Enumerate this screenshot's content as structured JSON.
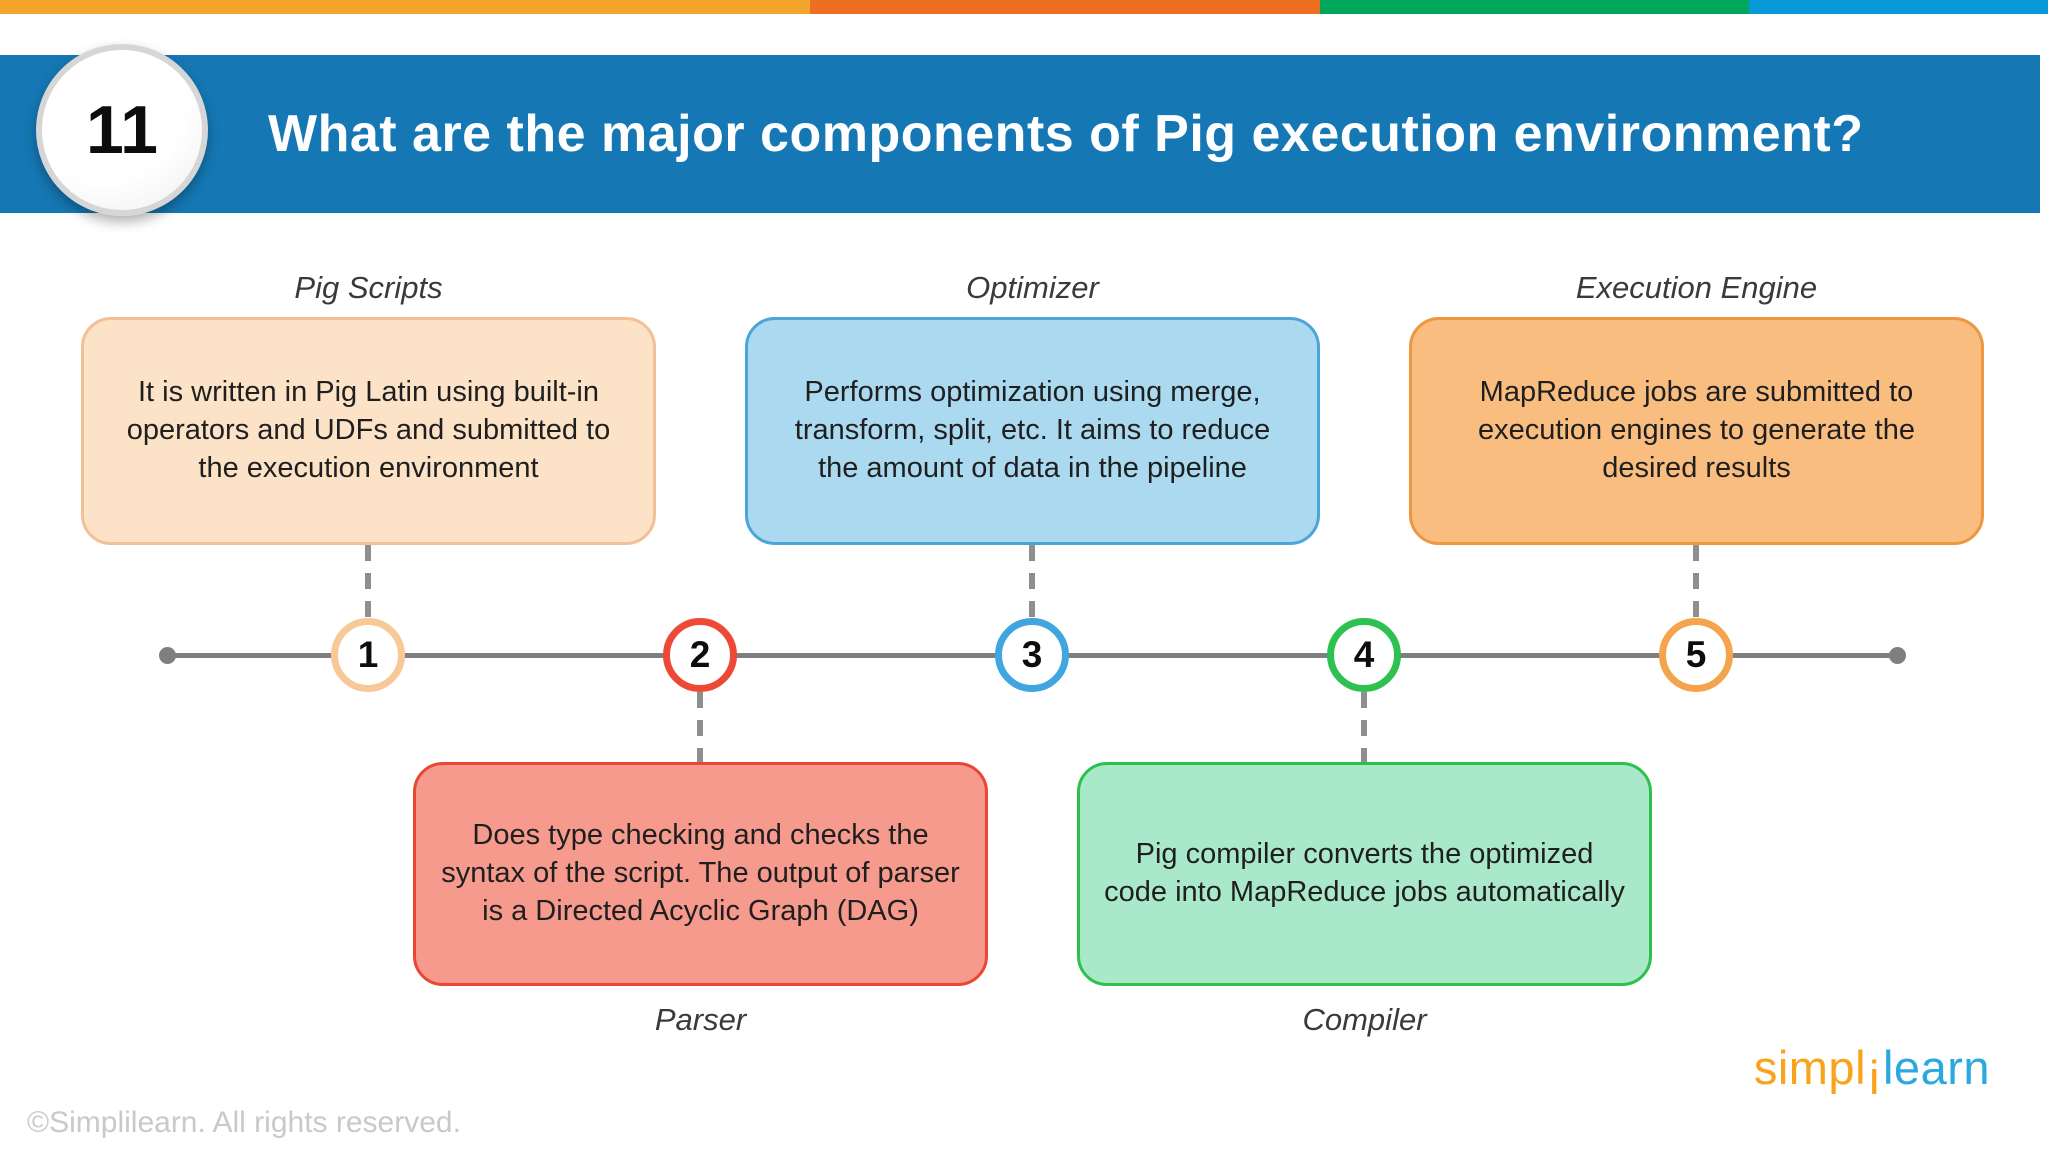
{
  "brand_stripes": {
    "colors": [
      "#f3a42a",
      "#ef6f22",
      "#00a65a",
      "#0999d8"
    ]
  },
  "header": {
    "band_color": "#1578b4",
    "question_number": "11",
    "title": "What are the major components of Pig execution environment?"
  },
  "timeline": {
    "line_color": "#7f7f7f",
    "items": [
      {
        "number": "1",
        "label": "Pig Scripts",
        "position": "above",
        "description": "It is written in Pig Latin using built-in operators and UDFs and submitted to the execution environment",
        "circle_color": "#f8c996",
        "box_fill": "#fce3c8",
        "box_border": "#f2c097"
      },
      {
        "number": "2",
        "label": "Parser",
        "position": "below",
        "description": "Does type checking and checks the syntax of the script. The output of parser is a Directed Acyclic Graph (DAG)",
        "circle_color": "#ee4937",
        "box_fill": "#f69a8d",
        "box_border": "#ea4634"
      },
      {
        "number": "3",
        "label": "Optimizer",
        "position": "above",
        "description": "Performs optimization using merge, transform, split, etc. It aims to reduce the amount of data in the pipeline",
        "circle_color": "#41a6dd",
        "box_fill": "#abdaf0",
        "box_border": "#4ba5d9"
      },
      {
        "number": "4",
        "label": "Compiler",
        "position": "below",
        "description": "Pig compiler converts the optimized code into MapReduce jobs automatically",
        "circle_color": "#2ec151",
        "box_fill": "#aae8ca",
        "box_border": "#2dc04e"
      },
      {
        "number": "5",
        "label": "Execution Engine",
        "position": "above",
        "description": "MapReduce jobs are submitted to execution engines to generate the desired results",
        "circle_color": "#f5a34c",
        "box_fill": "#f9bd80",
        "box_border": "#ee9741"
      }
    ]
  },
  "footer": {
    "copyright": "©Simplilearn. All rights reserved.",
    "logo": {
      "prefix": "simpl",
      "dotted_i": "i",
      "suffix": "learn",
      "prefix_color": "#f9a21b",
      "suffix_color": "#2ba9de"
    }
  }
}
